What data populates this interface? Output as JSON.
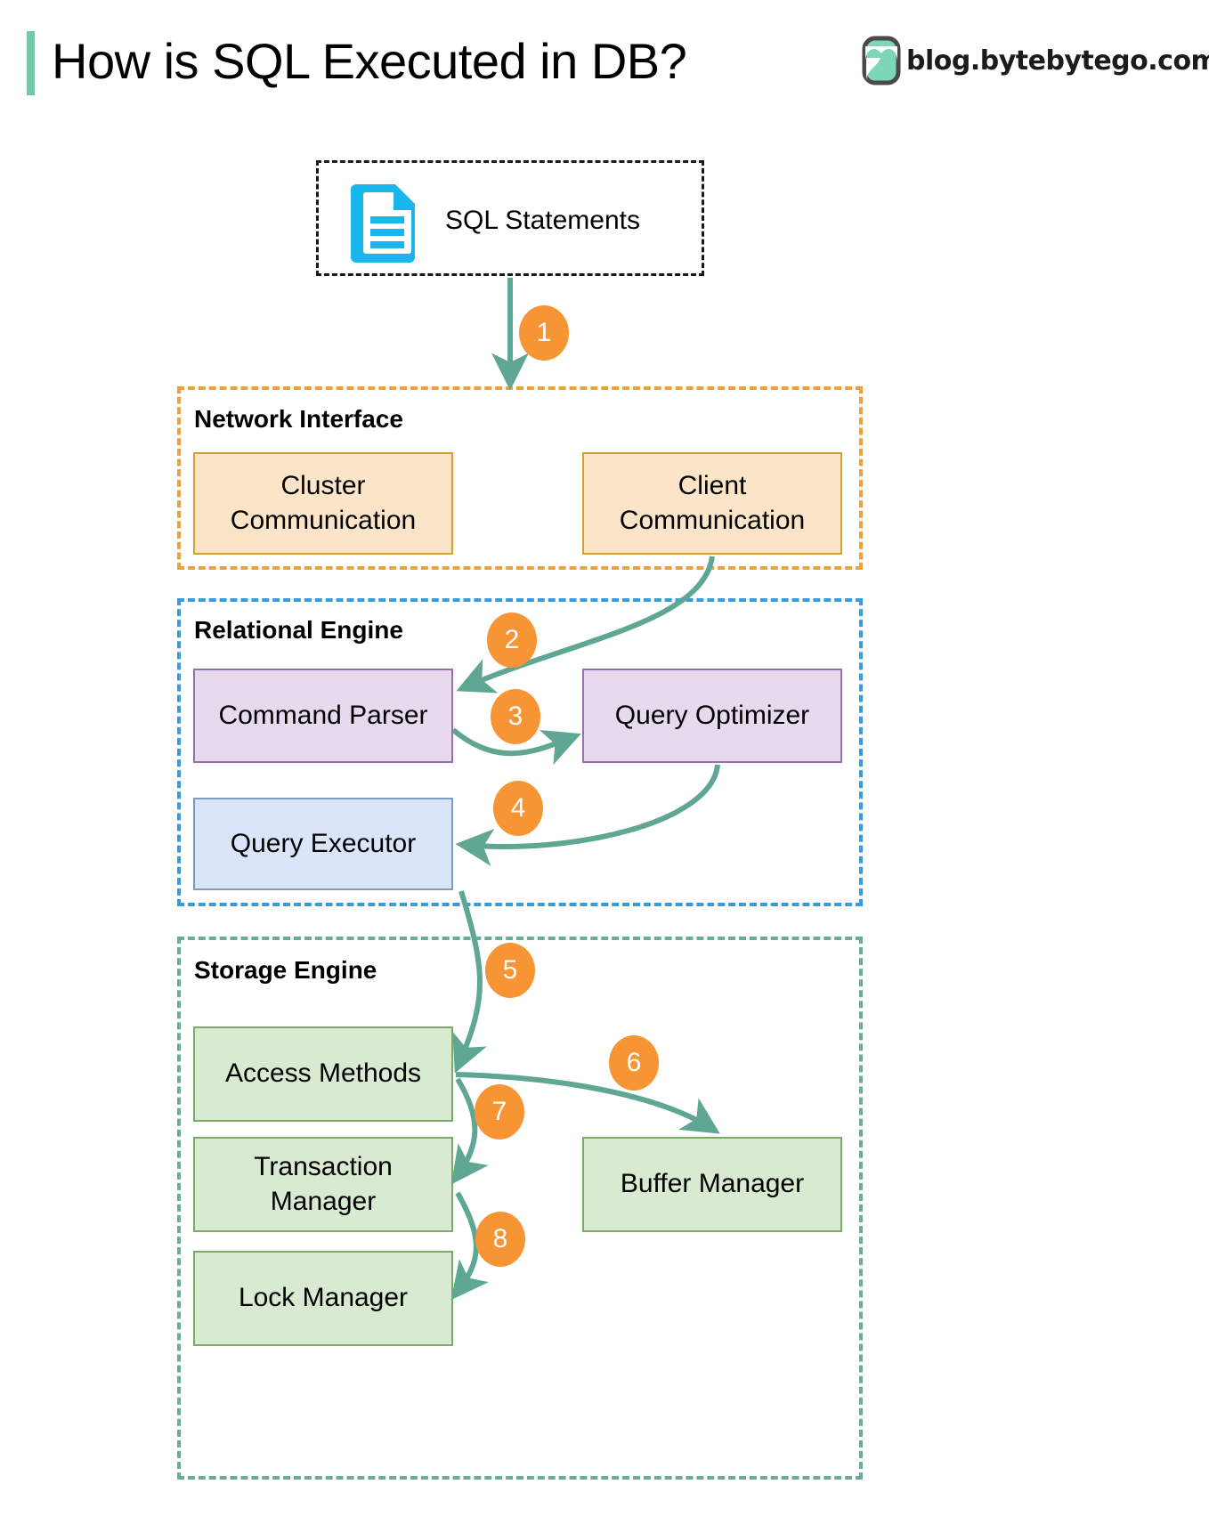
{
  "header": {
    "title": "How is SQL Executed in DB?",
    "brand_text": "blog.bytebytego.com",
    "accent_bar_color": "#76c7a7",
    "logo_icon": "bytebytego-logo-icon"
  },
  "source": {
    "label": "SQL Statements",
    "icon": "document-icon",
    "icon_color": "#18b6ec"
  },
  "groups": [
    {
      "id": "network",
      "label": "Network Interface",
      "border_color": "#e8a33d"
    },
    {
      "id": "relational",
      "label": "Relational Engine",
      "border_color": "#3a9bdc"
    },
    {
      "id": "storage",
      "label": "Storage Engine",
      "border_color": "#6aab9c"
    }
  ],
  "nodes": {
    "cluster_communication": "Cluster\nCommunication",
    "cluster_communication_l1": "Cluster",
    "cluster_communication_l2": "Communication",
    "client_communication_l1": "Client",
    "client_communication_l2": "Communication",
    "command_parser": "Command Parser",
    "query_optimizer": "Query Optimizer",
    "query_executor": "Query Executor",
    "access_methods": "Access Methods",
    "transaction_manager_l1": "Transaction",
    "transaction_manager_l2": "Manager",
    "buffer_manager": "Buffer Manager",
    "lock_manager": "Lock Manager"
  },
  "steps": [
    {
      "n": "1",
      "from": "SQL Statements",
      "to": "Network Interface"
    },
    {
      "n": "2",
      "from": "Client Communication",
      "to": "Command Parser"
    },
    {
      "n": "3",
      "from": "Command Parser",
      "to": "Query Optimizer"
    },
    {
      "n": "4",
      "from": "Query Optimizer",
      "to": "Query Executor"
    },
    {
      "n": "5",
      "from": "Query Executor",
      "to": "Access Methods"
    },
    {
      "n": "6",
      "from": "Access Methods",
      "to": "Buffer Manager"
    },
    {
      "n": "7",
      "from": "Access Methods",
      "to": "Transaction Manager"
    },
    {
      "n": "8",
      "from": "Transaction Manager",
      "to": "Lock Manager"
    }
  ],
  "colors": {
    "arrow": "#5fa794",
    "badge": "#f79433",
    "badge_text": "#ffffff",
    "orange_box_fill": "#fce4c8",
    "orange_box_border": "#d6a029",
    "purple_box_fill": "#e7daef",
    "purple_box_border": "#9a6fae",
    "blue_box_fill": "#d9e5f8",
    "blue_box_border": "#7a9cc6",
    "green_box_fill": "#d8ead0",
    "green_box_border": "#7aab66"
  }
}
